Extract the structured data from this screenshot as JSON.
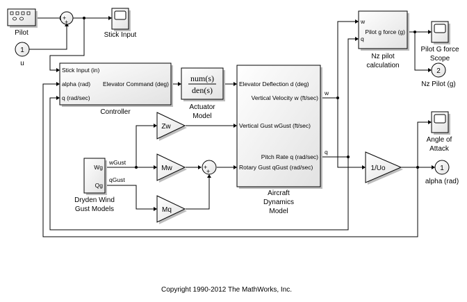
{
  "blocks": {
    "pilot": {
      "label": "Pilot"
    },
    "u": {
      "number": "1",
      "label": "u"
    },
    "stick_input_scope": {
      "label": "Stick Input"
    },
    "controller": {
      "label": "Controller",
      "in1": "Stick Input (in)",
      "in2": "alpha (rad)",
      "in3": "q (rad/sec)",
      "out1": "Elevator Command (deg)"
    },
    "actuator": {
      "num": "num(s)",
      "den": "den(s)",
      "label1": "Actuator",
      "label2": "Model"
    },
    "aircraft": {
      "label1": "Aircraft",
      "label2": "Dynamics",
      "label3": "Model",
      "in1": "Elevator Deflection d (deg)",
      "in2": "Vertical Gust wGust (ft/sec)",
      "in3": "Rotary Gust qGust (rad/sec)",
      "out1": "Vertical Velocity w (ft/sec)",
      "out2": "Pitch Rate q (rad/sec)"
    },
    "zw": {
      "label": "Zw"
    },
    "mw": {
      "label": "Mw"
    },
    "mq": {
      "label": "Mq"
    },
    "dryden": {
      "label1": "Dryden Wind",
      "label2": "Gust Models",
      "out1": "Wg",
      "out2": "Qg"
    },
    "nz_calc": {
      "in1": "w",
      "in2": "q",
      "out1": "Pilot g force (g)",
      "label1": "Nz pilot",
      "label2": "calculation"
    },
    "g_scope": {
      "label1": "Pilot G force",
      "label2": "Scope"
    },
    "nz_out": {
      "number": "2",
      "label": "Nz Pilot (g)"
    },
    "aoa_scope": {
      "label1": "Angle of",
      "label2": "Attack"
    },
    "gain_uo": {
      "label": "1/Uo"
    },
    "alpha_out": {
      "number": "1",
      "label": "alpha (rad)"
    }
  },
  "signals": {
    "wgust": "wGust",
    "qgust": "qGust",
    "w": "w",
    "q": "q"
  },
  "sum_signs": {
    "s1_a": "+",
    "s1_b": "+",
    "s2_a": "+",
    "s2_b": "+"
  },
  "copyright": "Copyright 1990-2012 The MathWorks, Inc."
}
